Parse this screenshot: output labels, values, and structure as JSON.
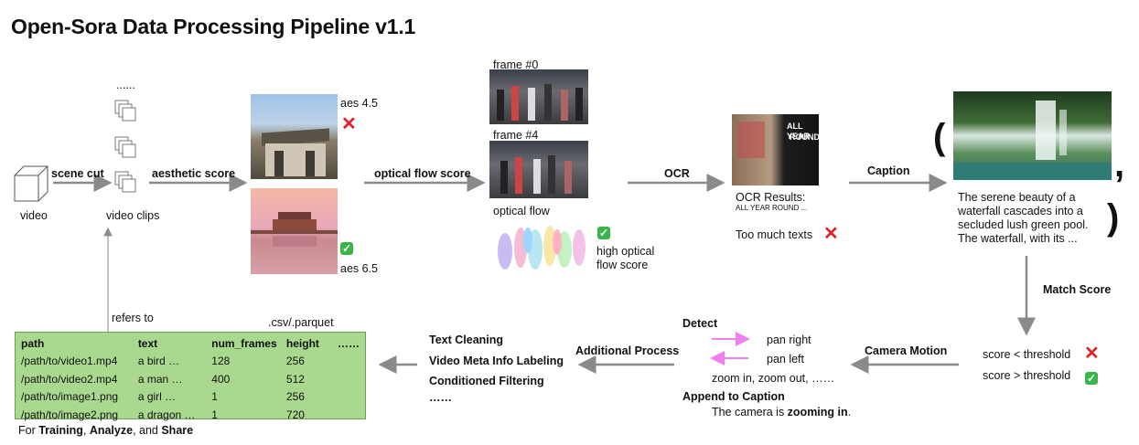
{
  "title": "Open-Sora Data Processing Pipeline v1.1",
  "video_label": "video",
  "scene_cut_label": "scene cut",
  "clips_ellipsis": "......",
  "video_clips_label": "video clips",
  "aesthetic_score_label": "aesthetic score",
  "aes_low": "aes 4.5",
  "aes_high": "aes 6.5",
  "optical_flow_score_label": "optical flow score",
  "frame0_label": "frame #0",
  "frame4_label": "frame #4",
  "optical_flow_label": "optical flow",
  "high_flow_line1": "high optical",
  "high_flow_line2": "flow score",
  "ocr_label": "OCR",
  "ocr_sign_line1": "ALL YEAR",
  "ocr_sign_line2": "ROUND",
  "ocr_results_title": "OCR Results:",
  "ocr_results_text": "ALL YEAR ROUND ...",
  "too_much_texts": "Too much texts",
  "caption_label": "Caption",
  "paren_open": "(",
  "paren_comma": ",",
  "paren_close": ")",
  "caption_lines": [
    "The serene beauty of a",
    "waterfall cascades into a",
    "secluded lush green pool.",
    "The waterfall, with its ..."
  ],
  "match_score_label": "Match Score",
  "score_low": "score < threshold",
  "score_high": "score > threshold",
  "camera_motion_label": "Camera Motion",
  "detect_label": "Detect",
  "pan_right": "pan right",
  "pan_left": "pan left",
  "zoom_text": "zoom in, zoom out, ……",
  "append_caption_label": "Append to Caption",
  "camera_sentence_pre": "The camera is ",
  "camera_sentence_bold": "zooming in",
  "camera_sentence_post": ".",
  "additional_process_label": "Additional Process",
  "process_steps": [
    "Text Cleaning",
    "Video Meta Info Labeling",
    "Conditioned Filtering",
    "……"
  ],
  "refers_to": "refers to",
  "file_format": ".csv/.parquet",
  "table": {
    "headers": [
      "path",
      "text",
      "num_frames",
      "height",
      "……"
    ],
    "rows": [
      [
        "/path/to/video1.mp4",
        "a bird …",
        "128",
        "256",
        ""
      ],
      [
        "/path/to/video2.mp4",
        "a man …",
        "400",
        "512",
        ""
      ],
      [
        "/path/to/image1.png",
        "a girl …",
        "1",
        "256",
        ""
      ],
      [
        "/path/to/image2.png",
        "a dragon …",
        "1",
        "720",
        ""
      ]
    ]
  },
  "footer_pre": "For ",
  "footer_training": "Training",
  "footer_sep1": ", ",
  "footer_analyze": "Analyze",
  "footer_sep2": ", and ",
  "footer_share": "Share",
  "colors": {
    "arrow": "#8a8a8a",
    "table_fill": "#a9d98e",
    "table_border": "#6a9e55",
    "reject": "#e0202a",
    "accept": "#3bb54a",
    "pan": "#f080f0"
  }
}
